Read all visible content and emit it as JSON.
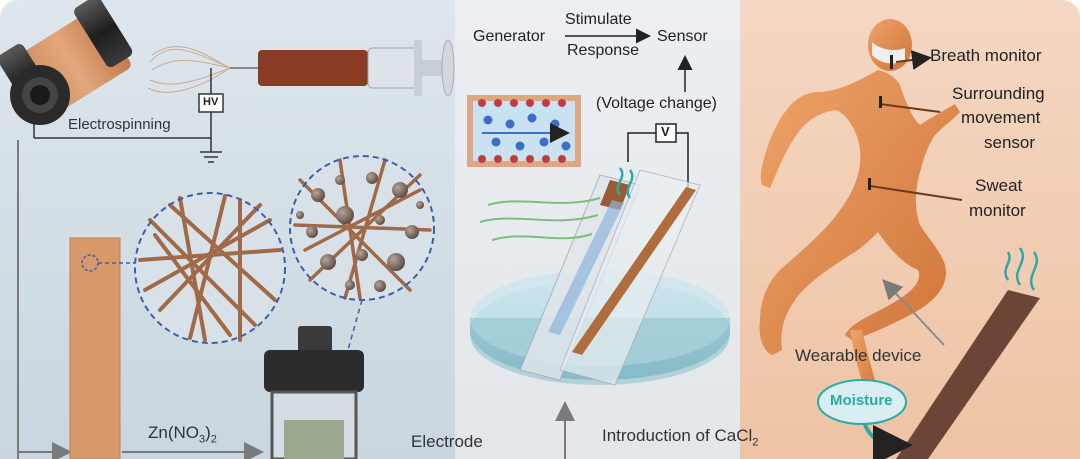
{
  "panel_left": {
    "electrospinning_label": "Electrospinning",
    "hv_label": "HV",
    "reagent_label": "Zn(NO",
    "reagent_sub1": "3",
    "reagent_close": ")",
    "reagent_sub2": "2",
    "electrode_label": "Electrode"
  },
  "panel_middle": {
    "generator_label": "Generator",
    "stimulate_label": "Stimulate",
    "response_label": "Response",
    "sensor_label": "Sensor",
    "voltage_change_label": "(Voltage change)",
    "voltmeter_label": "V",
    "cacl2_label": "Introduction of CaCl",
    "cacl2_sub": "2"
  },
  "panel_right": {
    "breath_monitor": "Breath monitor",
    "surrounding_line1": "Surrounding",
    "surrounding_line2": "movement",
    "surrounding_line3": "sensor",
    "sweat_line1": "Sweat",
    "sweat_line2": "monitor",
    "wearable_label": "Wearable device",
    "moisture_label": "Moisture"
  },
  "colors": {
    "left_bg": "#cfdce4",
    "middle_bg": "#e9ecef",
    "right_bg": "#f1c9ae",
    "copper": "#b5703f",
    "dashed_circle": "#3d5fa8",
    "body_orange": "#e08a4e",
    "moisture_teal": "#2ba9a9",
    "water_blue": "#8fc3cf"
  }
}
